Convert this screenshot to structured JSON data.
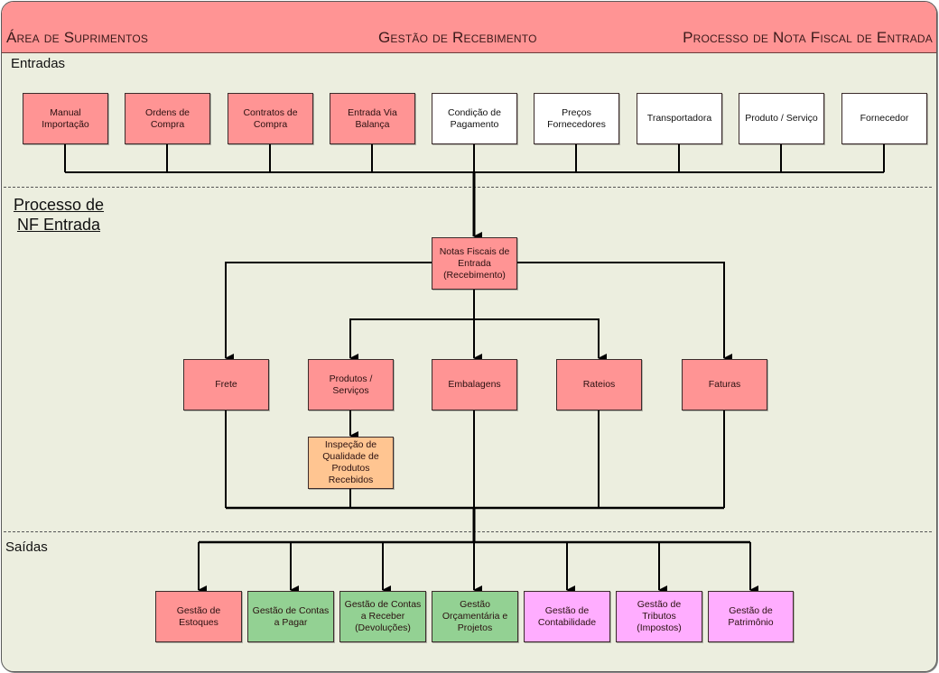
{
  "header": {
    "left_title": "Área de Suprimentos",
    "center_title": "Gestão de Recebimento",
    "right_title": "Processo de Nota Fiscal de Entrada"
  },
  "colors": {
    "header": "#FF9494",
    "background": "#ECEEDF",
    "pink_box": "#FF9494",
    "white_box": "#FFFFFF",
    "orange_box": "#FFC591",
    "green_box": "#93D193",
    "magenta_box": "#FFADFF"
  },
  "sections": {
    "inputs_label": "Entradas",
    "process_title_line1": "Processo de",
    "process_title_line2": "NF Entrada",
    "outputs_label": "Saídas"
  },
  "inputs": [
    {
      "label": "Manual\nImportação",
      "color": "pink"
    },
    {
      "label": "Ordens de\nCompra",
      "color": "pink"
    },
    {
      "label": "Contratos de\nCompra",
      "color": "pink"
    },
    {
      "label": "Entrada Via\nBalança",
      "color": "pink"
    },
    {
      "label": "Condição de\nPagamento",
      "color": "white"
    },
    {
      "label": "Preços\nFornecedores",
      "color": "white"
    },
    {
      "label": "Transportadora",
      "color": "white"
    },
    {
      "label": "Produto / Serviço",
      "color": "white"
    },
    {
      "label": "Fornecedor",
      "color": "white"
    }
  ],
  "process": {
    "main": {
      "label": "Notas Fiscais de\nEntrada\n(Recebimento)",
      "color": "pink"
    },
    "branches": [
      {
        "label": "Frete",
        "color": "pink"
      },
      {
        "label": "Produtos /\nServiços",
        "color": "pink"
      },
      {
        "label": "Embalagens",
        "color": "pink"
      },
      {
        "label": "Rateios",
        "color": "pink"
      },
      {
        "label": "Faturas",
        "color": "pink"
      }
    ],
    "inspection": {
      "label": "Inspeção de\nQualidade de\nProdutos\nRecebidos",
      "color": "orange"
    }
  },
  "outputs": [
    {
      "label": "Gestão de\nEstoques",
      "color": "pink"
    },
    {
      "label": "Gestão de Contas\na Pagar",
      "color": "green"
    },
    {
      "label": "Gestão de Contas\na Receber\n(Devoluções)",
      "color": "green"
    },
    {
      "label": "Gestão\nOrçamentária e\nProjetos",
      "color": "green"
    },
    {
      "label": "Gestão de\nContabilidade",
      "color": "magenta"
    },
    {
      "label": "Gestão de\nTributos\n(Impostos)",
      "color": "magenta"
    },
    {
      "label": "Gestão de\nPatrimônio",
      "color": "magenta"
    }
  ]
}
